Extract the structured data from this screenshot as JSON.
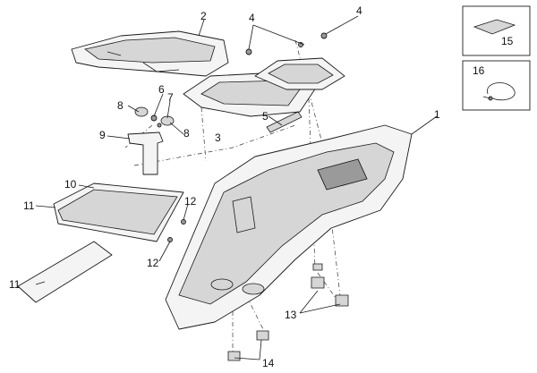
{
  "callouts": {
    "c1": "1",
    "c2": "2",
    "c3": "3",
    "c4a": "4",
    "c4b": "4",
    "c5": "5",
    "c6": "6",
    "c7": "7",
    "c8a": "8",
    "c8b": "8",
    "c9": "9",
    "c10": "10",
    "c11a": "11",
    "c11b": "11",
    "c12a": "12",
    "c12b": "12",
    "c13": "13",
    "c14": "14",
    "c15": "15",
    "c16": "16"
  }
}
